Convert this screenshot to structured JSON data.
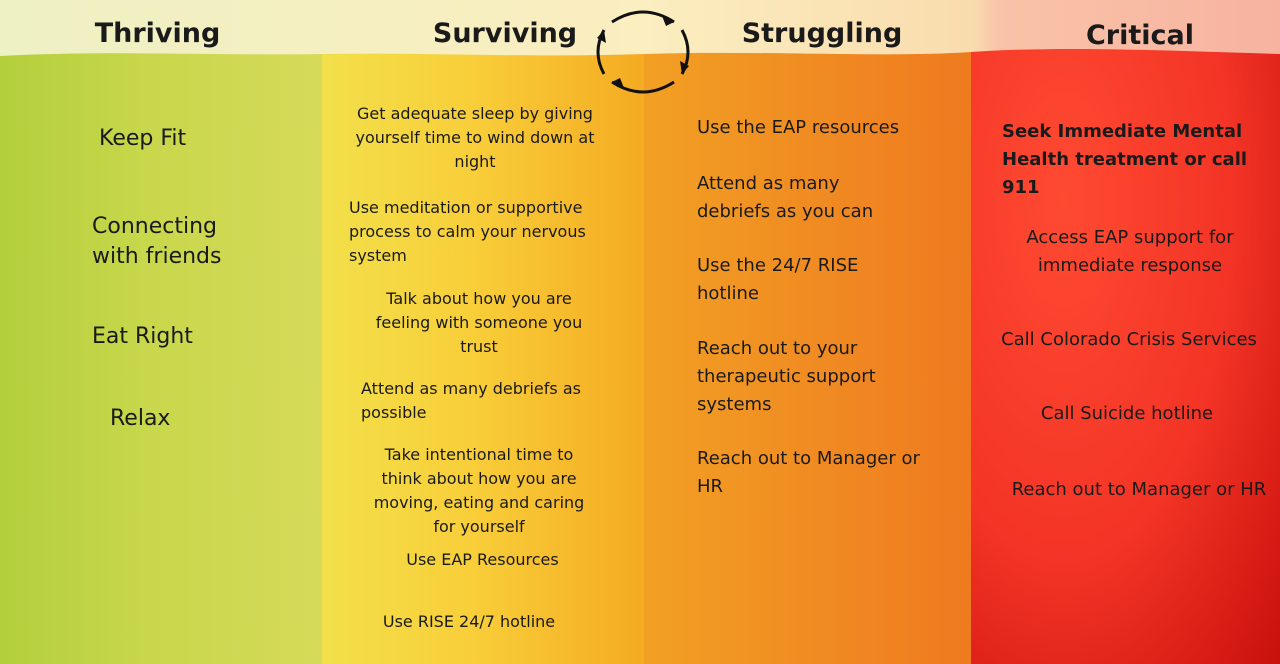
{
  "columns": {
    "thriving": {
      "title": "Thriving",
      "items": [
        "Keep Fit",
        "Connecting with friends",
        "Eat Right",
        "Relax"
      ]
    },
    "surviving": {
      "title": "Surviving",
      "items": [
        "Get adequate sleep by giving yourself time to wind down at night",
        "Use meditation or supportive process to calm your nervous system",
        "Talk about how you are feeling with someone you trust",
        "Attend as many debriefs as possible",
        "Take intentional time to think about how you are moving, eating and caring for yourself",
        "Use EAP Resources",
        "Use RISE 24/7 hotline"
      ]
    },
    "struggling": {
      "title": "Struggling",
      "items": [
        "Use the EAP resources",
        "Attend as many debriefs as you can",
        "Use the 24/7 RISE hotline",
        "Reach out to your therapeutic support systems",
        "Reach out to Manager or HR"
      ]
    },
    "critical": {
      "title": "Critical",
      "items": [
        "Seek Immediate Mental Health treatment or call 911",
        "Access EAP support for immediate response",
        "Call Colorado Crisis Services",
        "Call Suicide hotline",
        "Reach out to Manager or HR"
      ]
    }
  },
  "colors": {
    "thriving": "#c8d74b",
    "surviving": "#f8cf3a",
    "struggling": "#f08c22",
    "critical": "#f33426",
    "header": "#f3f0c8"
  },
  "icons": {
    "cycle": "circular-arrows-icon"
  }
}
